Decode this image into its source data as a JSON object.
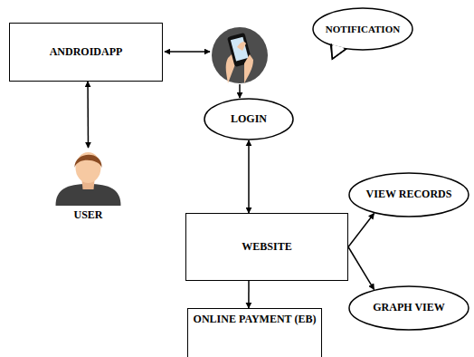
{
  "diagram": {
    "nodes": [
      {
        "text": [
          "ANDROIDAPP"
        ]
      },
      {
        "text": [
          "NOTIFICATION"
        ]
      },
      {
        "text": [
          "USER"
        ]
      },
      {
        "text": [
          "LOGIN"
        ]
      },
      {
        "text": [
          "VIEW RECORDS"
        ]
      },
      {
        "text": [
          "WEBSITE"
        ]
      },
      {
        "text": [
          "GRAPH VIEW"
        ]
      },
      {
        "text": [
          "ONLINE PAYMENT (EB)"
        ]
      }
    ],
    "edges": [
      {
        "from": 0,
        "to": 2,
        "arrow": "both"
      },
      {
        "from": 3,
        "to": 5,
        "arrow": "both"
      },
      {
        "from": 5,
        "to": 4,
        "arrow": "to"
      },
      {
        "from": 5,
        "to": 6,
        "arrow": "to"
      },
      {
        "from": 5,
        "to": 7,
        "arrow": "to"
      }
    ]
  }
}
